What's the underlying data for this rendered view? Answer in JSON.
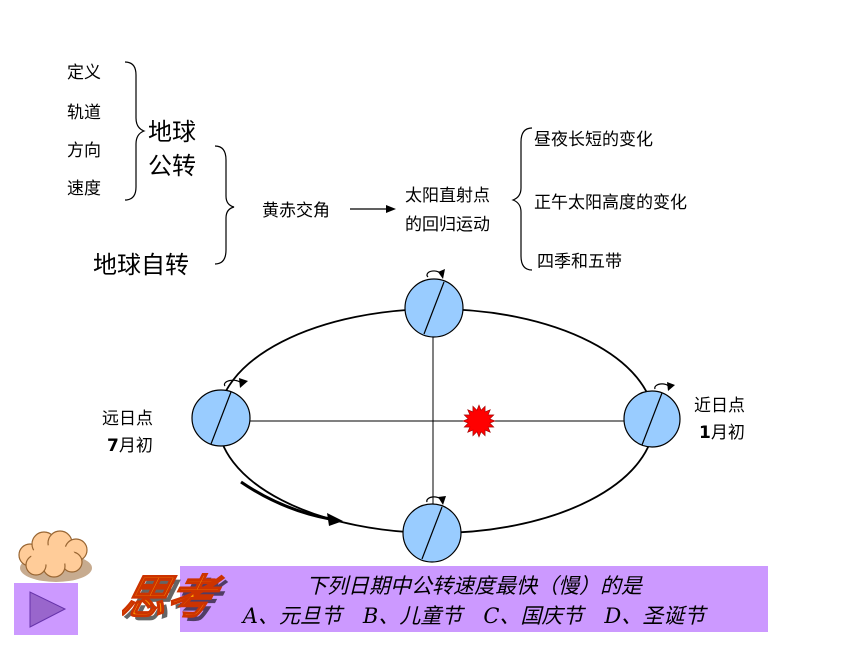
{
  "concept_map": {
    "revolution_items": [
      "定义",
      "轨道",
      "方向",
      "速度"
    ],
    "revolution_line1": "地球",
    "revolution_line2": "公转",
    "rotation": "地球自转",
    "obliquity": "黄赤交角",
    "direct_sun_line1": "太阳直射点",
    "direct_sun_line2": "的回归运动",
    "effects": [
      "昼夜长短的变化",
      "正午太阳高度的变化",
      "四季和五带"
    ]
  },
  "orbit": {
    "aphelion_name": "远日点",
    "aphelion_month_num": "7",
    "aphelion_month_text": "月初",
    "perihelion_name": "近日点",
    "perihelion_month_num": "1",
    "perihelion_month_text": "月初"
  },
  "think": {
    "title": "思考",
    "question_line1": "下列日期中公转速度最快（慢）的是",
    "question_line2": "A、元旦节　B、儿童节　C、国庆节　D、圣诞节"
  },
  "colors": {
    "earth": "#99ccff",
    "sun": "#ff0000",
    "panel": "#cc99ff",
    "title_fill": "#ff9900",
    "play_triangle": "#9966cc",
    "cloud": "#ffcc99"
  }
}
